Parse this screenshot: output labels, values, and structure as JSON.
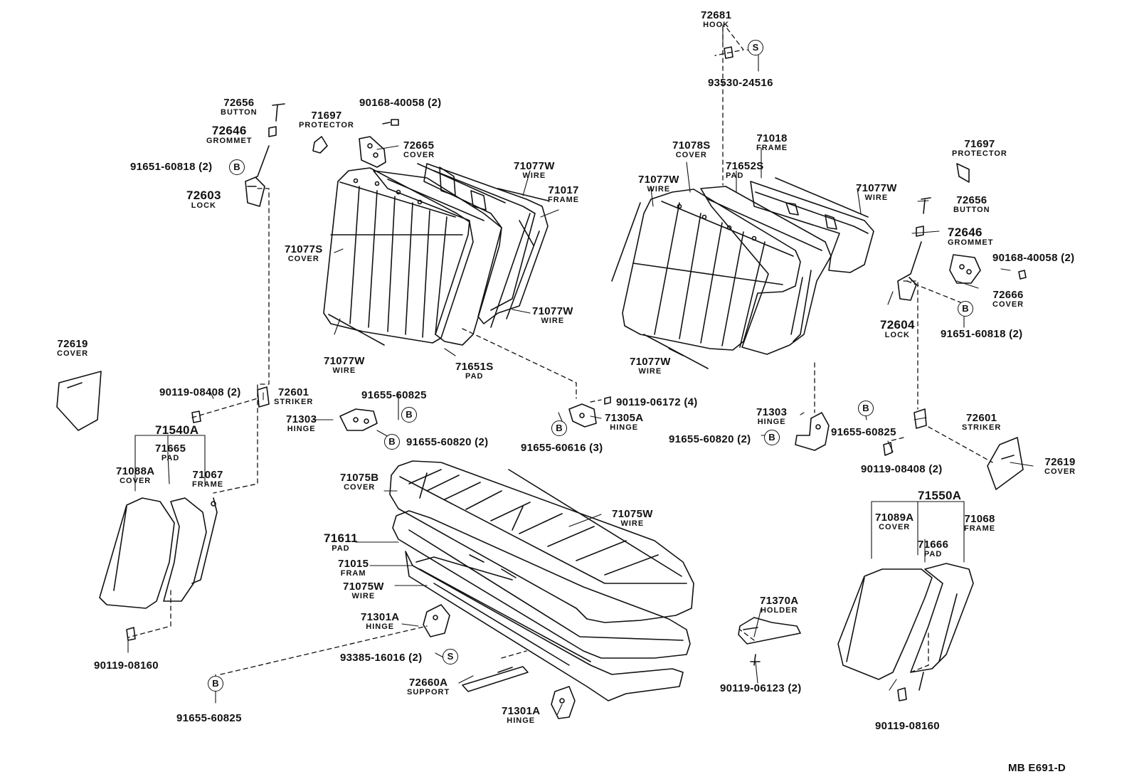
{
  "diagram": {
    "drawing_code": "MB  E691-D",
    "symbols": {
      "bolt": "B",
      "screw": "S"
    },
    "parts": {
      "p72681": {
        "num": "72681",
        "name": "HOOK"
      },
      "p93530": {
        "num": "93530-24516"
      },
      "p72656L": {
        "num": "72656",
        "name": "BUTTON"
      },
      "p72646L": {
        "num": "72646",
        "name": "GROMMET"
      },
      "p91651L": {
        "num": "91651-60818 (2)"
      },
      "p72603": {
        "num": "72603",
        "name": "LOCK"
      },
      "p71697L": {
        "num": "71697",
        "name": "PROTECTOR"
      },
      "p90168L": {
        "num": "90168-40058 (2)"
      },
      "p72665": {
        "num": "72665",
        "name": "COVER"
      },
      "p71077W_a": {
        "num": "71077W",
        "name": "WIRE"
      },
      "p71017": {
        "num": "71017",
        "name": "FRAME"
      },
      "p71077S": {
        "num": "71077S",
        "name": "COVER"
      },
      "p71077W_b": {
        "num": "71077W",
        "name": "WIRE"
      },
      "p71077W_c": {
        "num": "71077W",
        "name": "WIRE"
      },
      "p71651S": {
        "num": "71651S",
        "name": "PAD"
      },
      "p71078S": {
        "num": "71078S",
        "name": "COVER"
      },
      "p71018": {
        "num": "71018",
        "name": "FRAME"
      },
      "p71652S": {
        "num": "71652S",
        "name": "PAD"
      },
      "p71077W_d": {
        "num": "71077W",
        "name": "WIRE"
      },
      "p71077W_e": {
        "num": "71077W",
        "name": "WIRE"
      },
      "p71077W_f": {
        "num": "71077W",
        "name": "WIRE"
      },
      "p71697R": {
        "num": "71697",
        "name": "PROTECTOR"
      },
      "p72656R": {
        "num": "72656",
        "name": "BUTTON"
      },
      "p72646R": {
        "num": "72646",
        "name": "GROMMET"
      },
      "p90168R": {
        "num": "90168-40058 (2)"
      },
      "p72666": {
        "num": "72666",
        "name": "COVER"
      },
      "p72604": {
        "num": "72604",
        "name": "LOCK"
      },
      "p91651R": {
        "num": "91651-60818 (2)"
      },
      "p72619L": {
        "num": "72619",
        "name": "COVER"
      },
      "p90119_08408L": {
        "num": "90119-08408 (2)"
      },
      "p72601L": {
        "num": "72601",
        "name": "STRIKER"
      },
      "p71540A": {
        "num": "71540A"
      },
      "p71665": {
        "num": "71665",
        "name": "PAD"
      },
      "p71088A": {
        "num": "71088A",
        "name": "COVER"
      },
      "p71067": {
        "num": "71067",
        "name": "FRAME"
      },
      "p90119_08160L": {
        "num": "90119-08160"
      },
      "p91655_60825a": {
        "num": "91655-60825"
      },
      "p71303L": {
        "num": "71303",
        "name": "HINGE"
      },
      "p91655_60820L": {
        "num": "91655-60820 (2)"
      },
      "p90119_06172": {
        "num": "90119-06172 (4)"
      },
      "p71305A": {
        "num": "71305A",
        "name": "HINGE"
      },
      "p91655_60616": {
        "num": "91655-60616 (3)"
      },
      "p71303R": {
        "num": "71303",
        "name": "HINGE"
      },
      "p91655_60825b": {
        "num": "91655-60825"
      },
      "p91655_60820R": {
        "num": "91655-60820 (2)"
      },
      "p72601R": {
        "num": "72601",
        "name": "STRIKER"
      },
      "p90119_08408R": {
        "num": "90119-08408 (2)"
      },
      "p72619R": {
        "num": "72619",
        "name": "COVER"
      },
      "p71550A": {
        "num": "71550A"
      },
      "p71089A": {
        "num": "71089A",
        "name": "COVER"
      },
      "p71068": {
        "num": "71068",
        "name": "FRAME"
      },
      "p71666": {
        "num": "71666",
        "name": "PAD"
      },
      "p90119_08160R": {
        "num": "90119-08160"
      },
      "p71075B": {
        "num": "71075B",
        "name": "COVER"
      },
      "p71075W_a": {
        "num": "71075W",
        "name": "WIRE"
      },
      "p71611": {
        "num": "71611",
        "name": "PAD"
      },
      "p71015": {
        "num": "71015",
        "name": "FRAM"
      },
      "p71075W_b": {
        "num": "71075W",
        "name": "WIRE"
      },
      "p71301A_a": {
        "num": "71301A",
        "name": "HINGE"
      },
      "p93385": {
        "num": "93385-16016 (2)"
      },
      "p91655_60825c": {
        "num": "91655-60825"
      },
      "p72660A": {
        "num": "72660A",
        "name": "SUPPORT"
      },
      "p71301A_b": {
        "num": "71301A",
        "name": "HINGE"
      },
      "p71370A": {
        "num": "71370A",
        "name": "HOLDER"
      },
      "p90119_06123": {
        "num": "90119-06123 (2)"
      }
    }
  }
}
